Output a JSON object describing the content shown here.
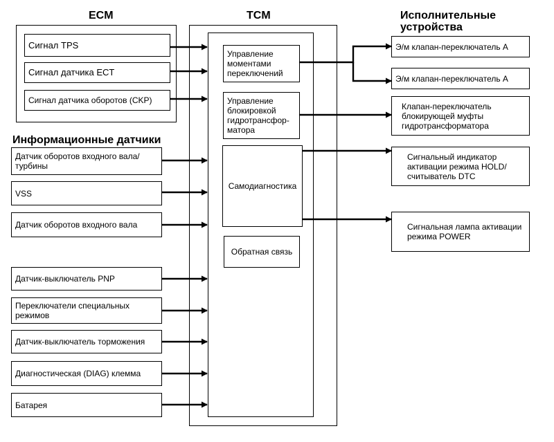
{
  "headers": {
    "ecm": "ECM",
    "tcm": "TCM",
    "actuators": "Исполнительные\nустройства",
    "sensors": "Информационные датчики"
  },
  "ecm_inputs": [
    "Сигнал TPS",
    "Сигнал датчика ECT",
    "Сигнал датчика оборотов (CKP)"
  ],
  "sensors": [
    "Датчик оборотов входного вала/турбины",
    "VSS",
    "Датчик оборотов входного вала",
    "Датчик-выключатель PNP",
    "Переключатели специальных режимов",
    "Датчик-выключатель торможения",
    "Диагностическая (DIAG) клемма",
    "Батарея"
  ],
  "tcm_functions": [
    "Управление моментами переключений",
    "Управление блокировкой гидротрансфор-матора",
    "Самодиагностика",
    "Обратная связь"
  ],
  "actuators": [
    "Э/м клапан-переключатель A",
    "Э/м клапан-переключатель A",
    "Клапан-переключатель блокирующей муфты гидротрансформатора",
    "Сигнальный индикатор активации режима HOLD/считыватель DTC",
    "Сигнальная лампа активации режима POWER"
  ]
}
